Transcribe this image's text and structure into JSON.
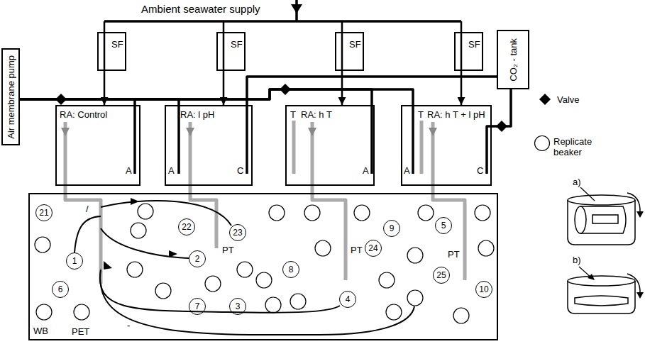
{
  "diagram": {
    "nodes": [
      {
        "text": [
          "Air membrane pump"
        ]
      },
      {
        "text": [
          "SF"
        ]
      },
      {
        "text": [
          "SF"
        ]
      },
      {
        "text": [
          "SF"
        ]
      },
      {
        "text": [
          "SF"
        ]
      },
      {
        "text": [
          "CO₂ - tank"
        ]
      },
      {
        "text": [
          "RA: Control"
        ]
      },
      {
        "text": [
          "RA: l pH"
        ]
      },
      {
        "text": [
          "RA: h T"
        ]
      },
      {
        "text": [
          "RA: h T + l pH"
        ]
      },
      {
        "text": [
          "WB"
        ]
      },
      {
        "text": [
          "21"
        ],
        "in": 10
      },
      {
        "text": [
          "22"
        ],
        "in": 10
      },
      {
        "text": [
          "23"
        ],
        "in": 10
      },
      {
        "text": [
          "1"
        ],
        "in": 10
      },
      {
        "text": [
          "2"
        ],
        "in": 10
      },
      {
        "text": [
          "6"
        ],
        "in": 10
      },
      {
        "text": [
          "7"
        ],
        "in": 10
      },
      {
        "text": [
          "3"
        ],
        "in": 10
      },
      {
        "text": [
          "8"
        ],
        "in": 10
      },
      {
        "text": [
          "4"
        ],
        "in": 10
      },
      {
        "text": [
          "24"
        ],
        "in": 10
      },
      {
        "text": [
          "9"
        ],
        "in": 10
      },
      {
        "text": [
          "5"
        ],
        "in": 10
      },
      {
        "text": [
          "25"
        ],
        "in": 10
      },
      {
        "text": [
          "10"
        ],
        "in": 10
      }
    ],
    "edges": [
      {
        "from": 1,
        "to": 6,
        "arrow": "to"
      },
      {
        "from": 2,
        "to": 7,
        "arrow": "to"
      },
      {
        "from": 3,
        "to": 8,
        "arrow": "to"
      },
      {
        "from": 4,
        "to": 9,
        "arrow": "to"
      },
      {
        "from": 0,
        "to": 6,
        "arrow": "none"
      },
      {
        "from": 0,
        "to": 7,
        "arrow": "none"
      },
      {
        "from": 0,
        "to": 8,
        "arrow": "none"
      },
      {
        "from": 0,
        "to": 9,
        "arrow": "none"
      },
      {
        "from": 5,
        "to": 7,
        "arrow": "none"
      },
      {
        "from": 5,
        "to": 9,
        "arrow": "none"
      }
    ],
    "labels": [
      "Ambient seawater supply",
      "A",
      "A",
      "C",
      "A",
      "A",
      "C",
      "T",
      "T",
      "PT",
      "PT",
      "PT",
      "PET",
      "/",
      "-",
      "a)",
      "b)"
    ],
    "legend": [
      {
        "text": "Valve"
      },
      {
        "text": "Replicate beaker"
      }
    ]
  }
}
